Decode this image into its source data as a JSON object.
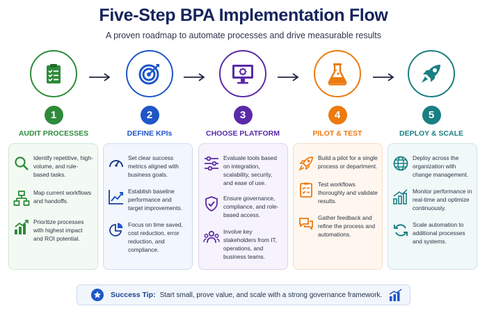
{
  "header": {
    "title": "Five-Step BPA Implementation Flow",
    "subtitle": "A proven roadmap to automate processes and drive measurable results"
  },
  "steps": [
    {
      "number": "1",
      "title": "AUDIT PROCESSES",
      "color": "#2e8b3a",
      "bg": "#f3faf3",
      "border": "#cfe6cf",
      "icon": "clipboard-checklist-icon",
      "items": [
        {
          "icon": "magnifier-icon",
          "text": "Identify repetitive, high-volume, and rule-based tasks."
        },
        {
          "icon": "workflow-diagram-icon",
          "text": "Map current workflows and handoffs."
        },
        {
          "icon": "impact-chart-icon",
          "text": "Prioritize processes with highest impact and ROI potential."
        }
      ]
    },
    {
      "number": "2",
      "title": "DEFINE KPIs",
      "color": "#1f56c8",
      "bg": "#f2f6fd",
      "border": "#cfdcf2",
      "icon": "target-icon",
      "items": [
        {
          "icon": "speedometer-icon",
          "text": "Set clear success metrics aligned with business goals."
        },
        {
          "icon": "trend-line-icon",
          "text": "Establish baseline performance and target improvements."
        },
        {
          "icon": "pie-chart-icon",
          "text": "Focus on time saved, cost reduction, error reduction, and compliance."
        }
      ]
    },
    {
      "number": "3",
      "title": "CHOOSE PLATFORM",
      "color": "#5b2aa8",
      "bg": "#f6f3fc",
      "border": "#ddd3ef",
      "icon": "monitor-gear-icon",
      "items": [
        {
          "icon": "sliders-icon",
          "text": "Evaluate tools based on integration, scalability, security, and ease of use."
        },
        {
          "icon": "shield-check-icon",
          "text": "Ensure governance, compliance, and role-based access."
        },
        {
          "icon": "stakeholders-icon",
          "text": "Involve key stakeholders from IT, operations, and business teams."
        }
      ]
    },
    {
      "number": "4",
      "title": "PILOT & TEST",
      "color": "#ec7a10",
      "bg": "#fff7ef",
      "border": "#f4dcc3",
      "icon": "flask-icon",
      "items": [
        {
          "icon": "rocket-small-icon",
          "text": "Build a pilot for a single process or department."
        },
        {
          "icon": "checklist-icon",
          "text": "Test workflows thoroughly and validate results."
        },
        {
          "icon": "chat-bubble-icon",
          "text": "Gather feedback and refine the process and automations."
        }
      ]
    },
    {
      "number": "5",
      "title": "DEPLOY & SCALE",
      "color": "#1a7f83",
      "bg": "#f1f8f8",
      "border": "#cfe4e4",
      "icon": "rocket-icon",
      "items": [
        {
          "icon": "globe-icon",
          "text": "Deploy across the organization with change management."
        },
        {
          "icon": "growth-bars-icon",
          "text": "Monitor performance in real-time and optimize continuously."
        },
        {
          "icon": "refresh-icon",
          "text": "Scale automation to additional processes and systems."
        }
      ]
    }
  ],
  "tip": {
    "label": "Success Tip:",
    "text": "Start small, prove value, and scale with a strong governance framework.",
    "icon": "star-badge-icon",
    "end_icon": "bar-chart-icon"
  }
}
